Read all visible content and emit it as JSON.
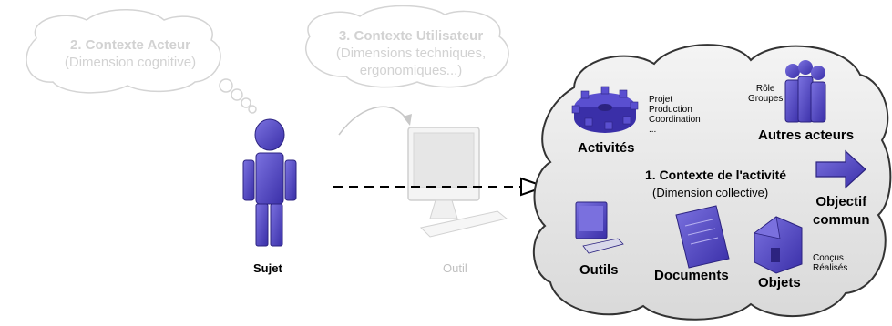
{
  "bubble_actor": {
    "title": "2. Contexte Acteur",
    "subtitle": "(Dimension cognitive)"
  },
  "bubble_user": {
    "title": "3. Contexte Utilisateur",
    "line1": "(Dimensions techniques,",
    "line2": "ergonomiques...)"
  },
  "subject": {
    "label": "Sujet"
  },
  "tool": {
    "label": "Outil"
  },
  "activity_cloud": {
    "title": "1. Contexte de l'activité",
    "subtitle": "(Dimension collective)",
    "activites": {
      "label": "Activités",
      "items": [
        "Projet",
        "Production",
        "Coordination",
        "..."
      ]
    },
    "autres_acteurs": {
      "label": "Autres acteurs",
      "items": [
        "Rôle",
        "Groupes"
      ]
    },
    "objectif": {
      "line1": "Objectif",
      "line2": "commun"
    },
    "outils": {
      "label": "Outils"
    },
    "documents": {
      "label": "Documents"
    },
    "objets": {
      "label": "Objets",
      "items": [
        "Conçus",
        "Réalisés"
      ]
    }
  },
  "colors": {
    "figure": "#4b3fc0",
    "ghost_text": "#d2d2d2",
    "cloud_fill": "#e6e6e6",
    "cloud_stroke": "#444444"
  }
}
